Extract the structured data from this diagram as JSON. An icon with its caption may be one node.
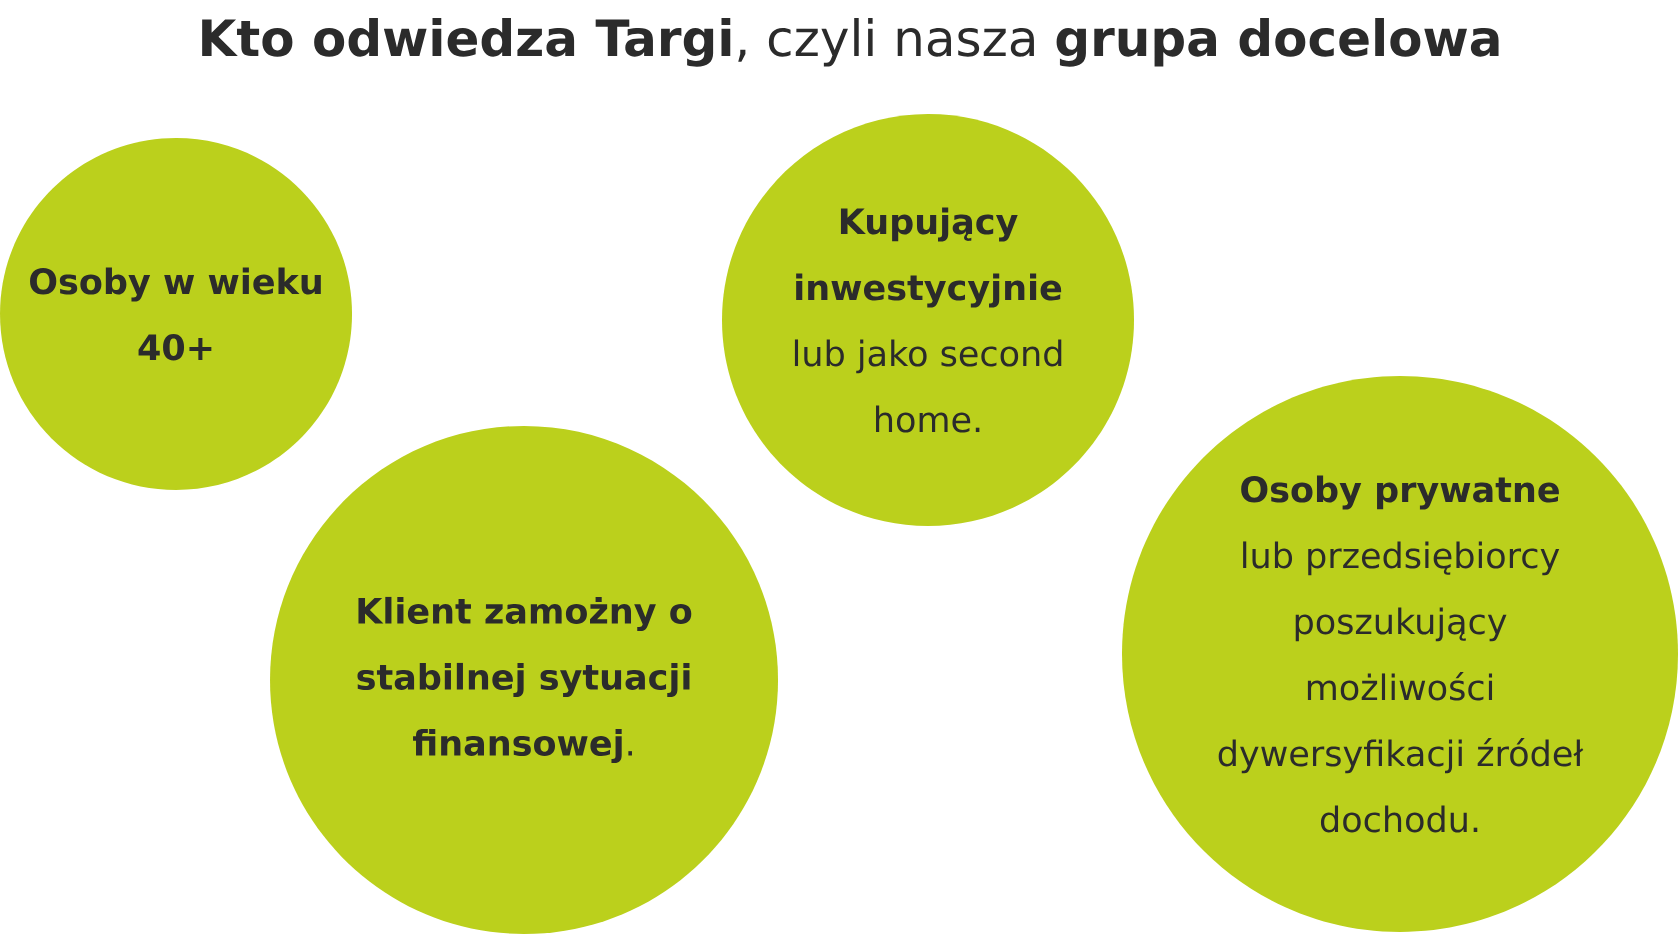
{
  "diagram": {
    "title": "**Kto odwiedza Targi**, czyli nasza **grupa docelowa**",
    "nodes": [
      {
        "text": [
          "Osoby w wieku 40+"
        ]
      },
      {
        "text": [
          "Kupujący inwestycyjnie",
          "lub jako second home."
        ]
      },
      {
        "text": [
          "**Klient zamożny o stabilnej sytuacji finansowej**."
        ]
      },
      {
        "text": [
          "Osoby prywatne",
          "lub przedsiębiorcy poszukujący możliwości dywersyfikacji źródeł dochodu."
        ]
      }
    ]
  }
}
